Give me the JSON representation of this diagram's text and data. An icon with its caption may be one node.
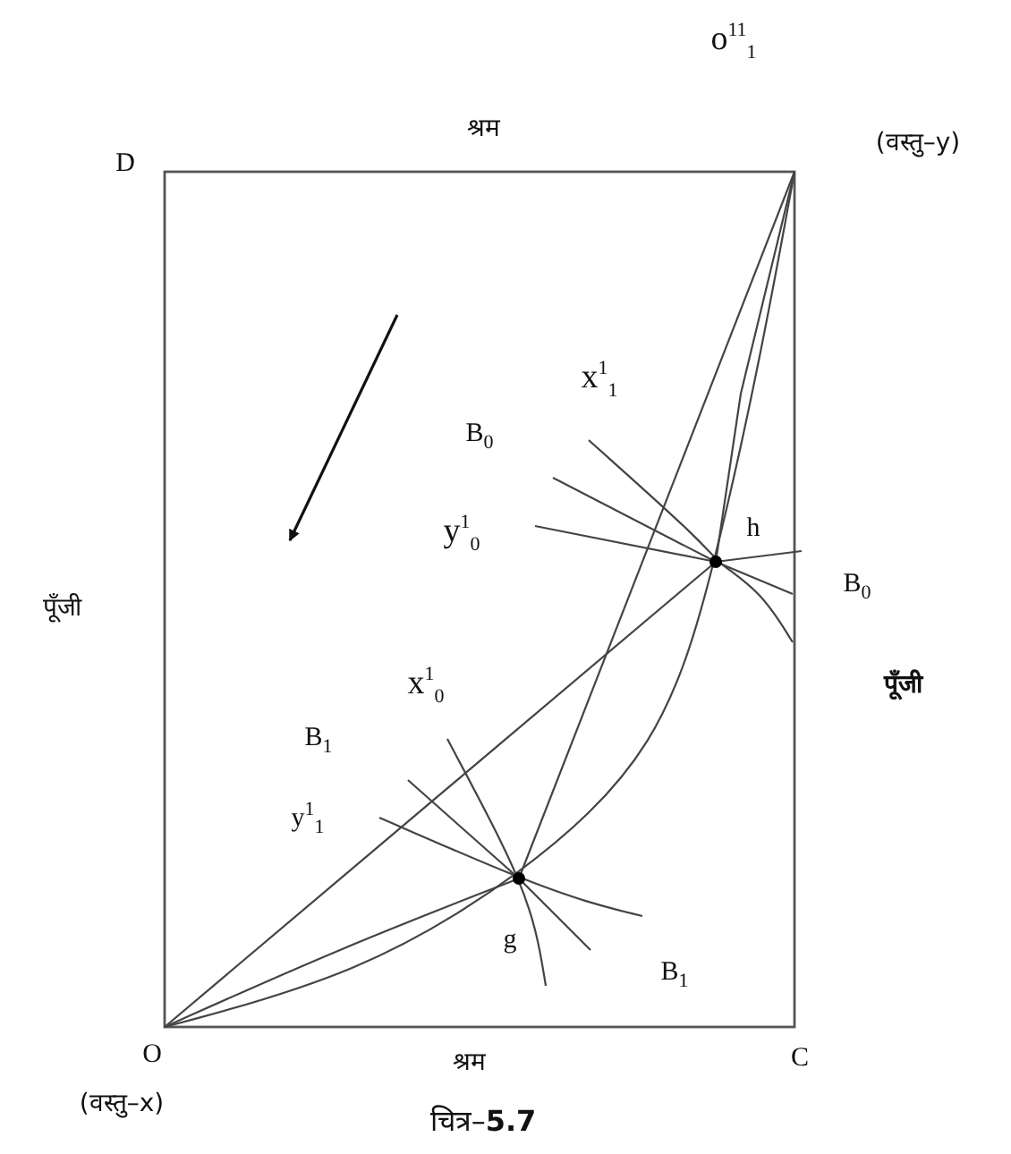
{
  "diagram": {
    "caption": "चित्र–**5.7**",
    "labels": [
      "o$^{11}$$_{1}$",
      "श्रम",
      "(वस्तु–y)",
      "D",
      "x$^{1}$$_{1}$",
      "B$_{0}$",
      "y$^{1}$$_{0}$",
      "h",
      "B$_{0}$",
      "पूँजी",
      "पूँजी",
      "x$^{1}$$_{0}$",
      "B$_{1}$",
      "y$^{1}$$_{1}$",
      "g",
      "B$_{1}$",
      "O",
      "श्रम",
      "C",
      "(वस्तु–x)"
    ]
  }
}
